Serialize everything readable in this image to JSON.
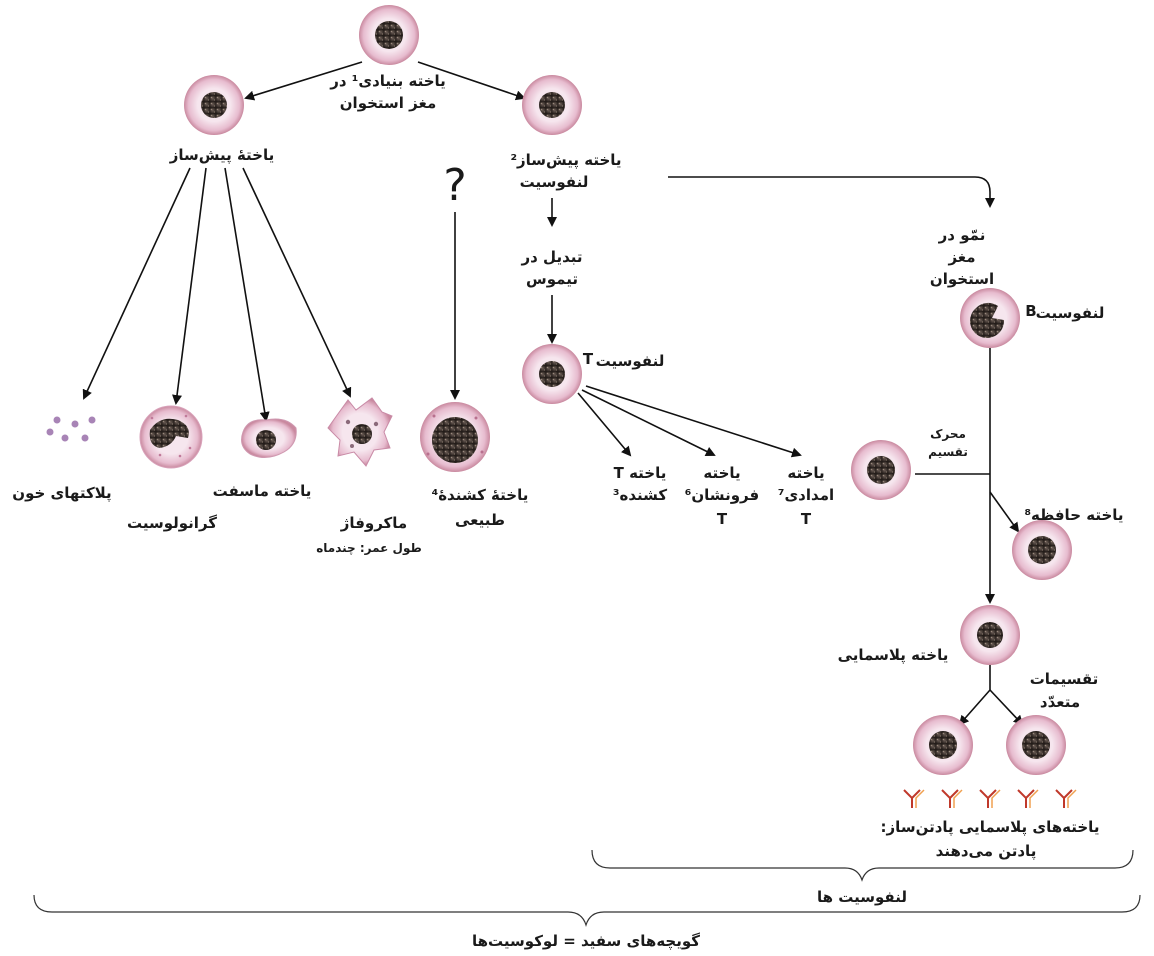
{
  "diagram": {
    "stem_cell": {
      "line1": "یاخته بنیادی¹ در",
      "line2": "مغز استخوان"
    },
    "myeloid_progenitor": "یاختهٔ پیش‌ساز",
    "lymphoid_progenitor": {
      "line1": "یاخته پیش‌ساز²",
      "line2": "لنفوسیت"
    },
    "question_mark": "?",
    "thymus": {
      "line1": "تبدیل در",
      "line2": "تیموس"
    },
    "t_lymphocyte": {
      "text": "لنفوسیت",
      "letter": "T"
    },
    "bone_marrow_dev": {
      "line1": "نمّو در",
      "line2": "مغز",
      "line3": "استخوان"
    },
    "b_lymphocyte": {
      "text": "لنفوسیت",
      "letter": "B"
    },
    "platelets": "پلاکتهای خون",
    "granulocyte": "گرانولوسیت",
    "mast_cell": "یاخته ماسفت",
    "macrophage": {
      "line1": "ماکروفاژ",
      "line2": "طول عمر: چندماه"
    },
    "nk_cell": {
      "line1": "یاختهٔ کشندهٔ⁴",
      "line2": "طبیعی"
    },
    "killer_t": {
      "line1": "یاخته T",
      "line2": "کشنده³"
    },
    "suppressor_t": {
      "line1": "یاخته",
      "line2": "فرونشان⁶",
      "line3": "T"
    },
    "helper_t": {
      "line1": "یاخته",
      "line2": "امدادی⁷",
      "line3": "T"
    },
    "division_stimulus": {
      "line1": "محرک",
      "line2": "تقسیم"
    },
    "memory_cell": "یاخته حافظه⁸",
    "plasma_cell": "یاخته پلاسمایی",
    "multiple_divisions": {
      "line1": "تقسیمات",
      "line2": "متعدّد"
    },
    "antibody_producing": {
      "line1": "یاخته‌های پلاسمایی پادتن‌ساز:",
      "line2": "پادتن می‌دهند"
    },
    "lymphocytes": "لنفوسیت ها",
    "leukocytes": "گویچه‌های سفید = لوکوسیت‌ها"
  },
  "colors": {
    "cell_ring": "#e2b6c9",
    "cell_body": "#f3dde7",
    "nucleus": "#3a3330",
    "antibody_dark": "#c0392b",
    "antibody_light": "#f0a050"
  }
}
